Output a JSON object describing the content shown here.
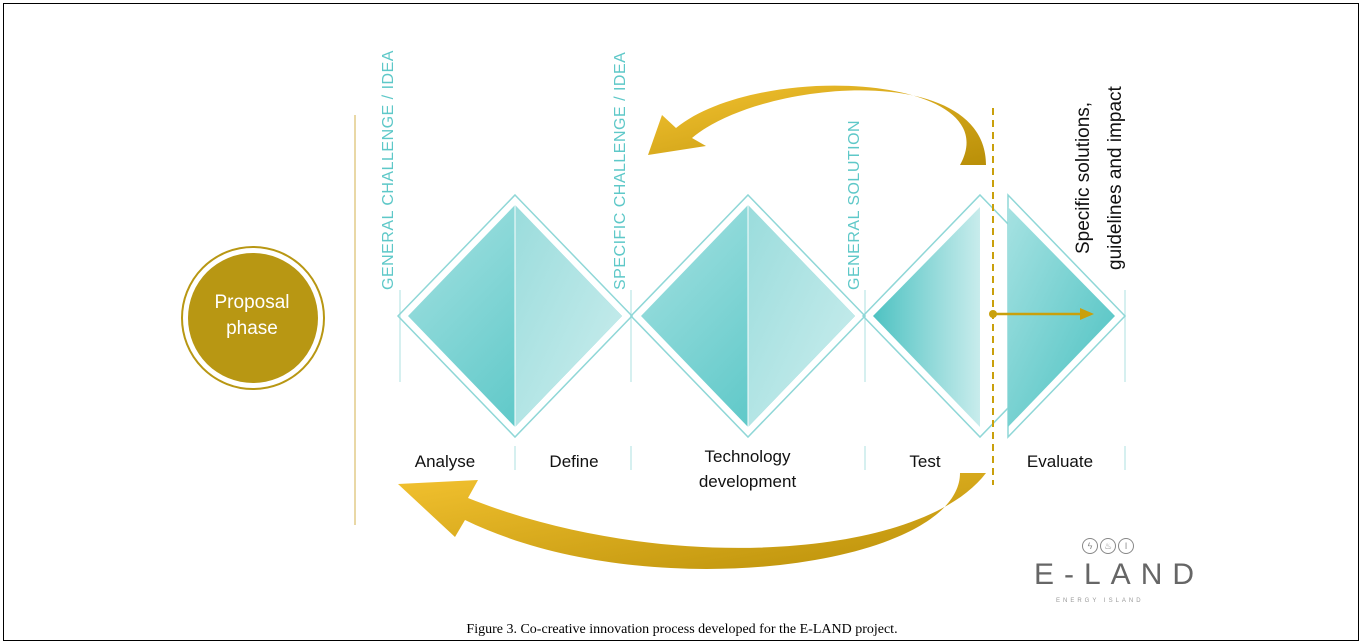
{
  "labels": {
    "general_challenge": "GENERAL CHALLENGE / IDEA",
    "specific_challenge": "SPECIFIC CHALLENGE / IDEA",
    "general_solution": "GENERAL SOLUTION",
    "specific_solutions_line1": "Specific solutions,",
    "specific_solutions_line2": "guidelines and impact"
  },
  "proposal": {
    "line1": "Proposal",
    "line2": "phase"
  },
  "phases": [
    "Analyse",
    "Define",
    "Technology",
    "development",
    "Test",
    "Evaluate"
  ],
  "logo": {
    "text": "E-LAND",
    "subtitle": "ENERGY ISLAND"
  },
  "caption": "Figure 3. Co-creative innovation process developed for the E-LAND project.",
  "colors": {
    "teal": "#5ec8c8",
    "gold": "#c9a00c",
    "arrow_gold": "#e9b418",
    "proposal_fill": "#b89713"
  }
}
